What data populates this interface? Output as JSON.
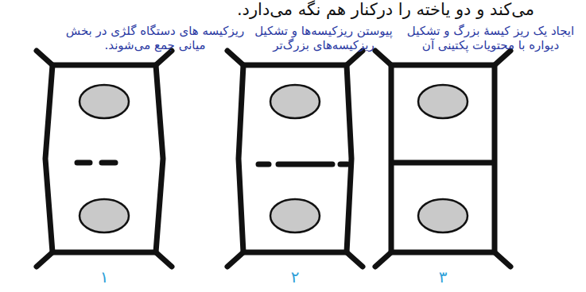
{
  "diagram": {
    "labels": [
      "می‌کند و دو یاخته را درکنار هم نگه می‌دارد.",
      "ریزکیسه های دستگاه گلژی در بخش میانی جمع می‌شوند.",
      "پیوستن ریزکیسه‌ها و تشکیل ریزکیسه‌های بزرگ‌تر",
      "ایجاد یک ریز کیسهٔ بزرگ و تشکیل دیواره با محتویات پکتینی آن",
      "۱",
      "۲",
      "۳"
    ]
  }
}
